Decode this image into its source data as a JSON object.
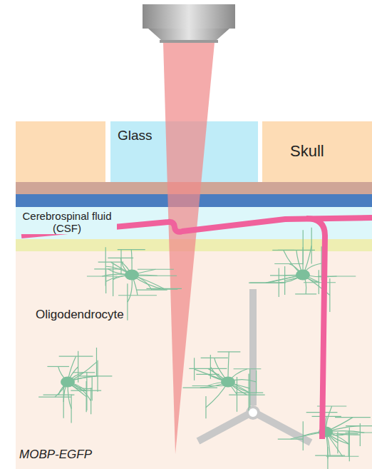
{
  "diagram": {
    "nodes": [
      {
        "text": [
          "Glass"
        ]
      },
      {
        "text": [
          "Skull"
        ]
      },
      {
        "text": [
          "Cerebrospinal fluid (CSF)"
        ]
      },
      {
        "text": [
          "Oligodendrocyte",
          "MOBP-EGFP"
        ]
      }
    ],
    "edges": []
  }
}
